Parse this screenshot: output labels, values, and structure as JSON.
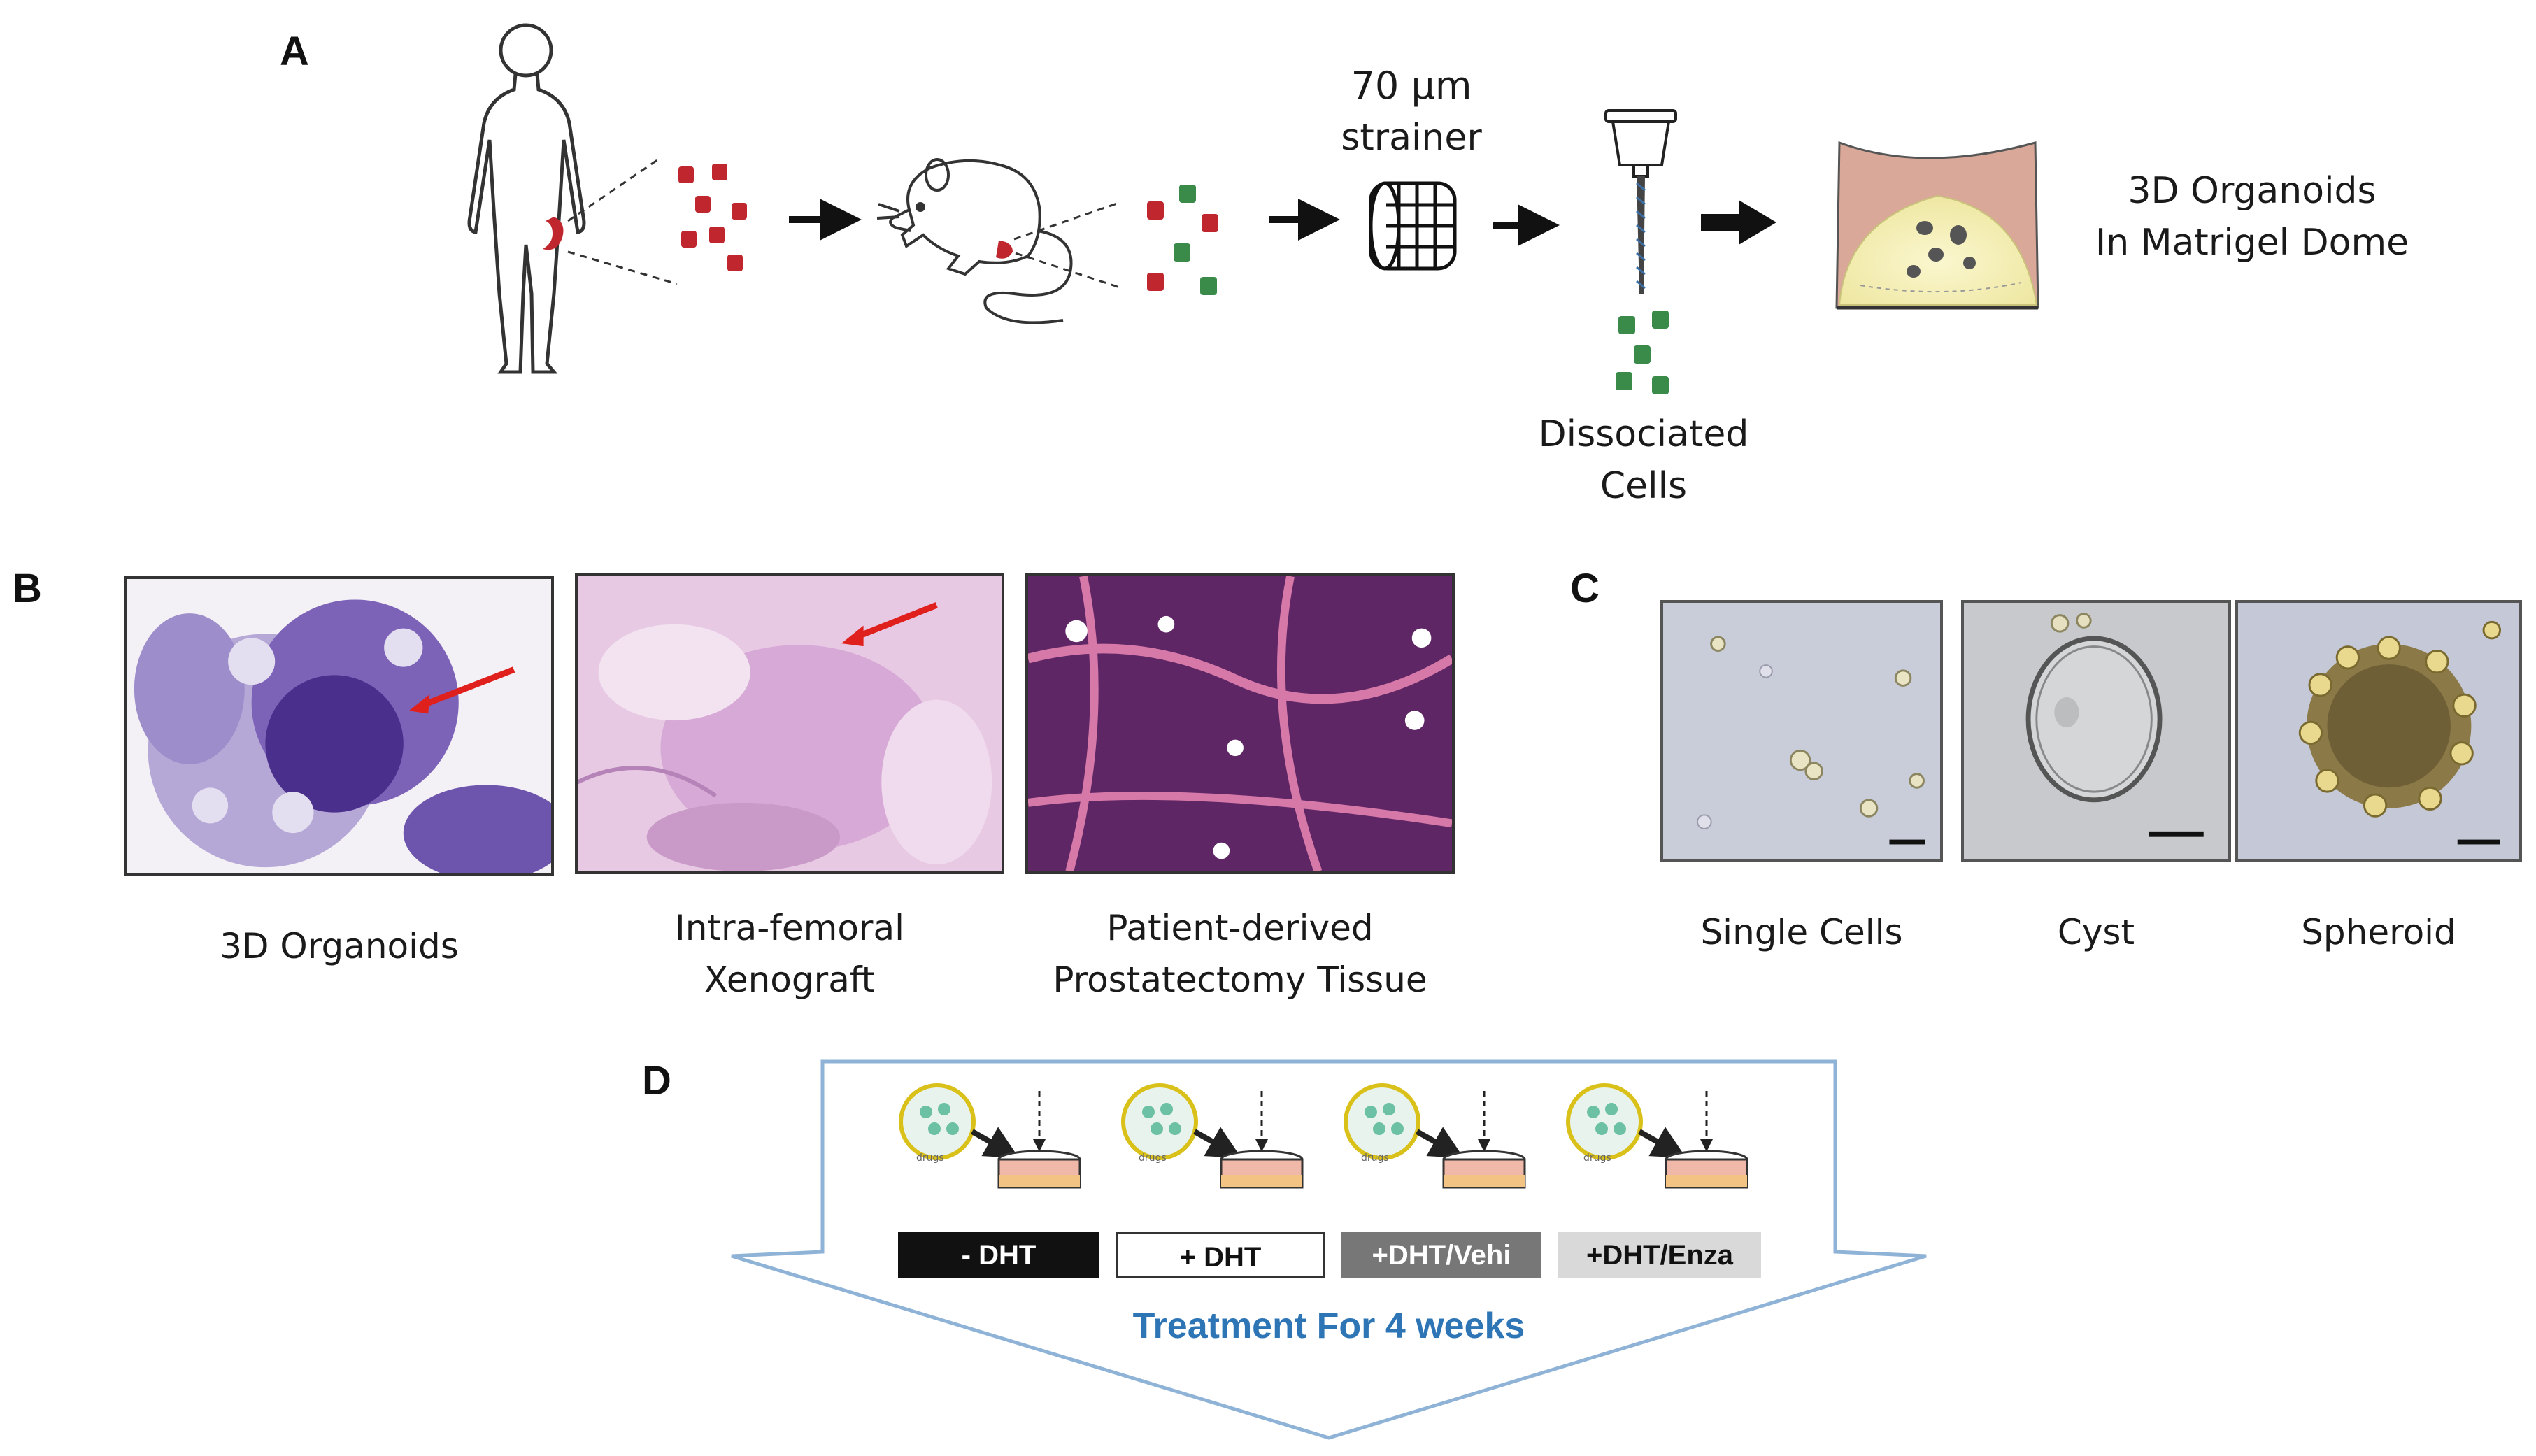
{
  "panels": {
    "a": "A",
    "b": "B",
    "c": "C",
    "d": "D"
  },
  "panel_a": {
    "strainer_label_line1": "70 µm",
    "strainer_label_line2": "strainer",
    "dissociated_line1": "Dissociated",
    "dissociated_line2": "Cells",
    "organoid_line1": "3D Organoids",
    "organoid_line2": "In Matrigel Dome"
  },
  "panel_b": {
    "captions": [
      {
        "line1": "3D Organoids",
        "line2": ""
      },
      {
        "line1": "Intra-femoral",
        "line2": "Xenograft"
      },
      {
        "line1": "Patient-derived",
        "line2": "Prostatectomy Tissue"
      }
    ]
  },
  "panel_c": {
    "captions": [
      "Single Cells",
      "Cyst",
      "Spheroid"
    ]
  },
  "panel_d": {
    "well_label": "drugs",
    "chips": [
      "- DHT",
      "+ DHT",
      "+DHT/Vehi",
      "+DHT/Enza"
    ],
    "treatment": "Treatment For 4 weeks"
  },
  "colors": {
    "tumor_cell": "#c0262d",
    "mouse_cell": "#3a8a4a",
    "he_purple": "#5a3f9e",
    "he_pink": "#c06a9a",
    "chevron_stroke": "#8fb3d6",
    "treatment_text": "#2e75b6"
  }
}
